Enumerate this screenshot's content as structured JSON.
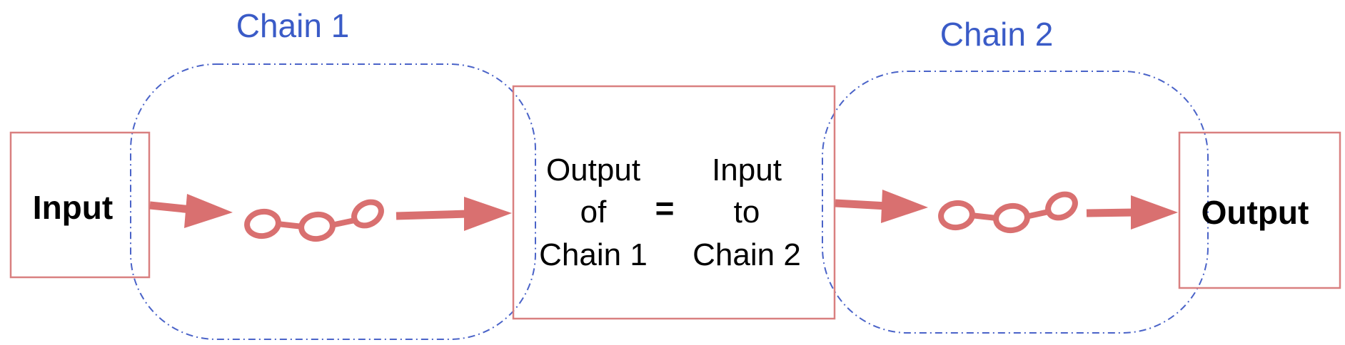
{
  "chain1": {
    "title": "Chain 1"
  },
  "chain2": {
    "title": "Chain 2"
  },
  "input_box": {
    "label": "Input"
  },
  "output_box": {
    "label": "Output"
  },
  "middle": {
    "left_lines": [
      "Output",
      "of",
      "Chain 1"
    ],
    "equals": "=",
    "right_lines": [
      "Input",
      "to",
      "Chain 2"
    ]
  },
  "colors": {
    "box_border": "#d98080",
    "arrow": "#d97070",
    "chain_link": "#d97070",
    "group_outline": "#4a63c8",
    "chain_title": "#3a5bc7"
  }
}
